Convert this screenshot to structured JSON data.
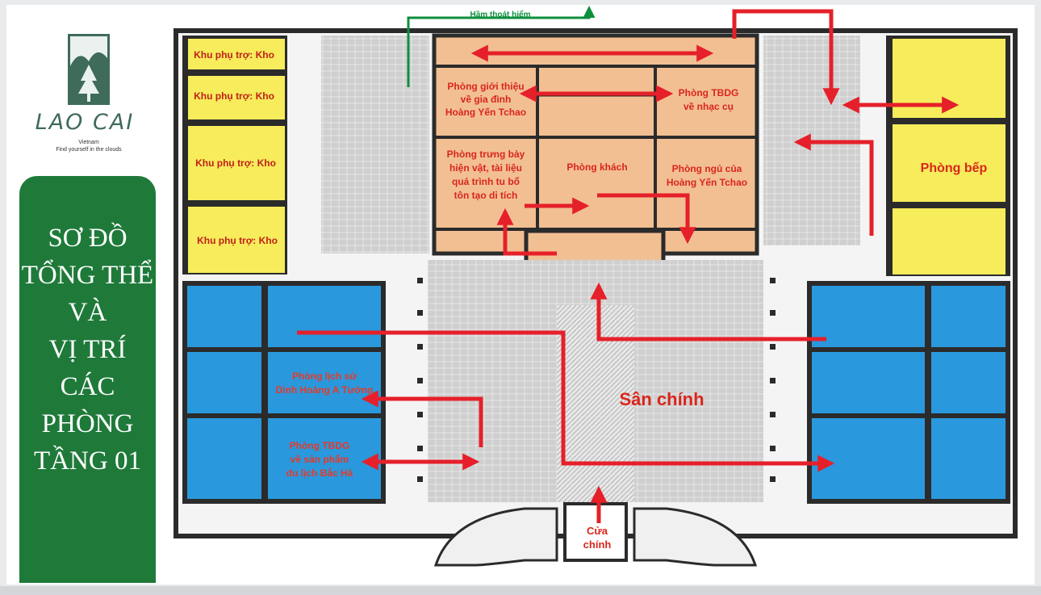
{
  "brand": {
    "name": "LAO CAI",
    "country": "Vietnam",
    "tagline": "Find yourself in the clouds"
  },
  "panel_title": [
    "SƠ ĐỒ",
    "TỔNG THỂ",
    "VÀ",
    "VỊ TRÍ",
    "CÁC PHÒNG",
    "TẦNG 01"
  ],
  "colors": {
    "storage": "#f7ec5b",
    "blue_rooms": "#2a98dc",
    "central": "#f2bf93",
    "courtyard": "#d7d7d7",
    "route": "#e5202a",
    "escape": "#0e8f3c",
    "wall": "#2b2b2b",
    "panel": "#1f7a3a"
  },
  "labels": {
    "escape_tunnel": "Hầm thoát hiểm",
    "storage": "Khu phụ trợ: Kho",
    "intro_room": [
      "Phòng giới thiệu",
      "về gia đình",
      "Hoàng Yến Tchao"
    ],
    "instrument_room": [
      "Phòng TBDG",
      "về nhạc cụ"
    ],
    "exhibit_room": [
      "Phòng trưng bày",
      "hiện vật, tài liệu",
      "quá trình tu bổ",
      "tôn tạo di tích"
    ],
    "living_room": "Phòng khách",
    "bedroom": [
      "Phòng ngủ của",
      "Hoàng Yến Tchao"
    ],
    "kitchen": "Phòng bếp",
    "history_room": [
      "Phòng lịch sử",
      "Dinh Hoàng A Tưởng"
    ],
    "products_room": [
      "Phòng TBDG",
      "về sản phẩm",
      "du lịch Bắc Hà"
    ],
    "main_courtyard": "Sân chính",
    "main_gate": [
      "Cửa",
      "chính"
    ]
  }
}
